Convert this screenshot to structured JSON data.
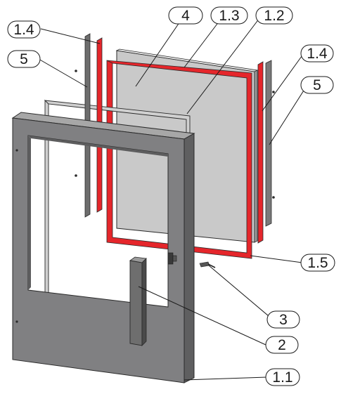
{
  "diagram": {
    "callouts": {
      "c14_left": "1.4",
      "c5_left": "5",
      "c4": "4",
      "c13": "1.3",
      "c12": "1.2",
      "c14_right": "1.4",
      "c5_right": "5",
      "c15": "1.5",
      "c3": "3",
      "c2": "2",
      "c11": "1.1"
    },
    "colors": {
      "gasket": "#e5262b",
      "frame_fill": "#808082",
      "glass_fill": "#c9c9c9",
      "outline": "#2a2a2a"
    }
  }
}
